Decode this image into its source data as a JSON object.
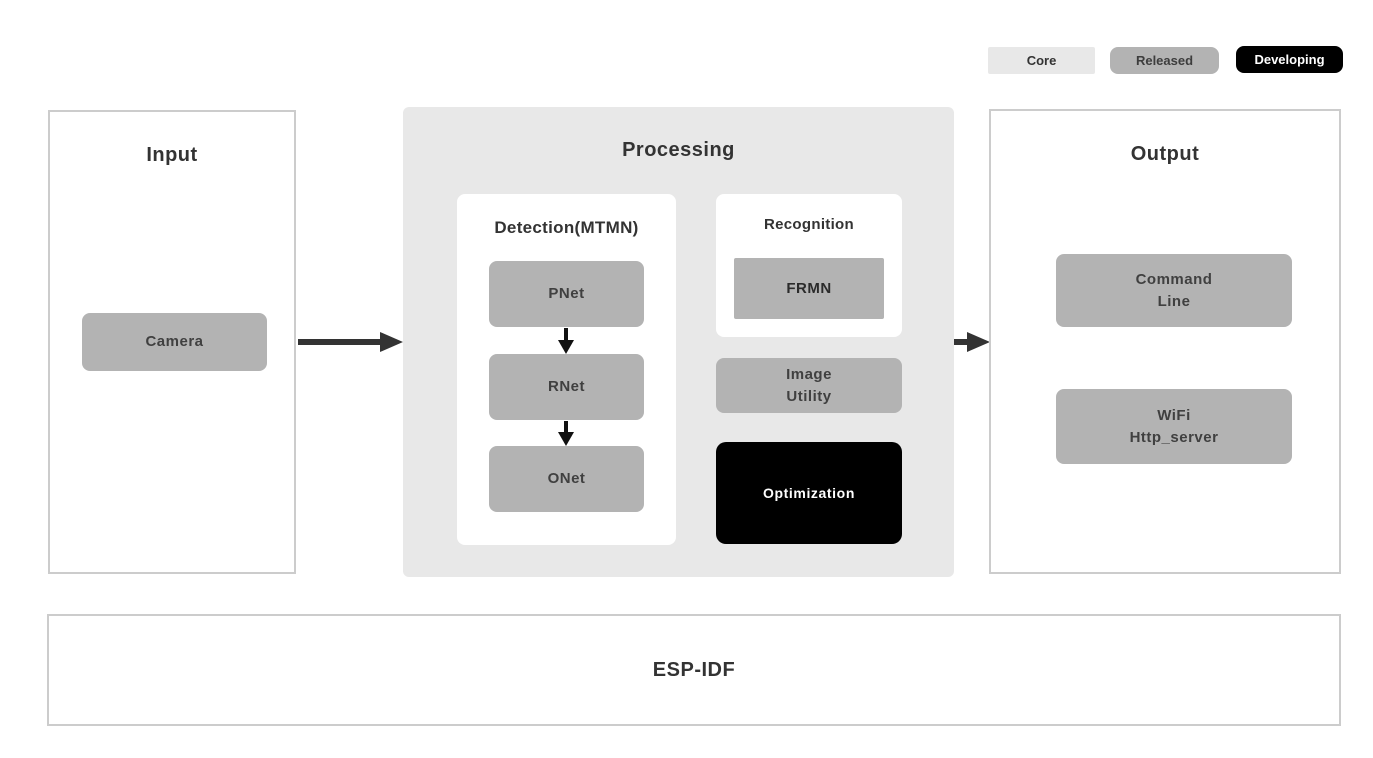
{
  "legend": {
    "core_label": "Core",
    "released_label": "Released",
    "developing_label": "Developing"
  },
  "colors": {
    "core": "#e8e8e8",
    "released": "#b3b3b3",
    "developing": "#000000",
    "panel_border": "#cccccc",
    "processing_background": "#e8e8e8",
    "arrow": "#333333"
  },
  "panels": {
    "input": {
      "title": "Input",
      "camera_label": "Camera"
    },
    "processing": {
      "title": "Processing",
      "detection": {
        "title": "Detection(MTMN)",
        "nodes": [
          "PNet",
          "RNet",
          "ONet"
        ]
      },
      "recognition": {
        "title": "Recognition",
        "node_label": "FRMN"
      },
      "image_utility": {
        "line1": "Image",
        "line2": "Utility"
      },
      "optimization_label": "Optimization"
    },
    "output": {
      "title": "Output",
      "command_line": {
        "line1": "Command",
        "line2": "Line"
      },
      "wifi": {
        "line1": "WiFi",
        "line2": "Http_server"
      }
    },
    "foundation": {
      "title": "ESP-IDF"
    }
  }
}
